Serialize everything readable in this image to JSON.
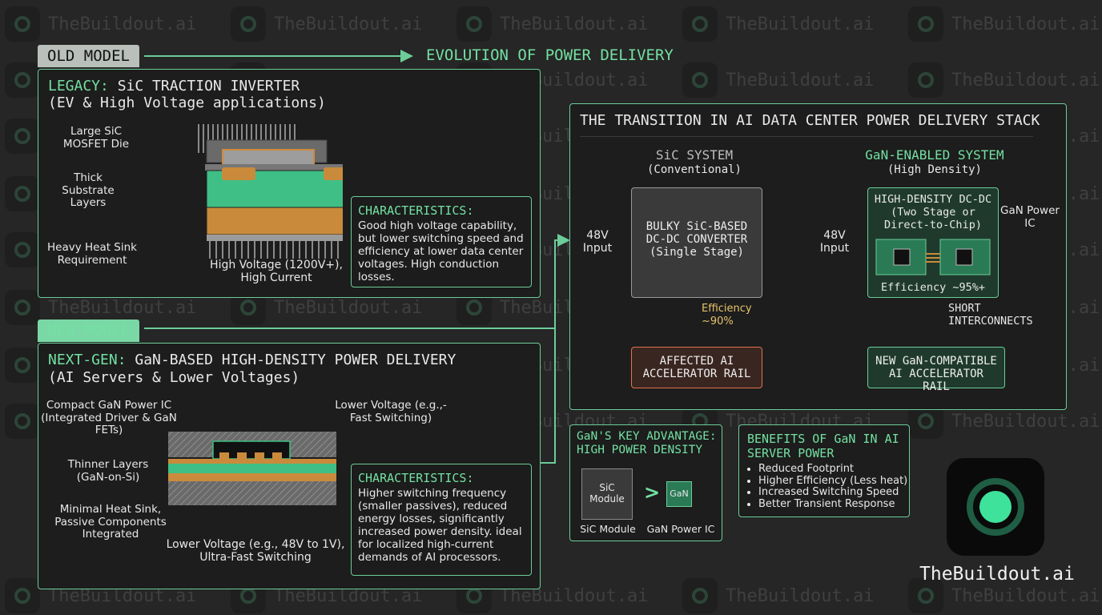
{
  "watermark": "TheBuildout.ai",
  "brand": {
    "name": "TheBuildout.ai",
    "accent": "#3fe29b"
  },
  "colors": {
    "green": "#74e0a3",
    "orange": "#e2714f",
    "sic_orange": "#c98b3b",
    "substrate_green": "#3fbf85"
  },
  "header": {
    "old_tag": "OLD MODEL",
    "new_tag": "NEW MODEL",
    "evolution": "EVOLUTION OF POWER DELIVERY"
  },
  "legacy": {
    "title_prefix": "LEGACY:",
    "title_rest": " SiC TRACTION INVERTER",
    "subtitle": "(EV & High Voltage applications)",
    "label_die": "Large SiC MOSFET Die",
    "label_substrate": "Thick Substrate Layers",
    "label_heatsink": "Heavy Heat Sink Requirement",
    "label_voltage": "High Voltage (1200V+), High Current",
    "char_title": "CHARACTERISTICS:",
    "char_body": "Good high voltage capability, but lower switching speed and efficiency at lower data center voltages. High conduction losses."
  },
  "nextgen": {
    "title_prefix": "NEXT-GEN:",
    "title_rest": " GaN-BASED HIGH-DENSITY POWER DELIVERY",
    "subtitle": "(AI Servers & Lower Voltages)",
    "label_ic": "Compact GaN Power IC (Integrated Driver & GaN FETs)",
    "label_lowv": "Lower Voltage (e.g.,-Fast Switching)",
    "label_thin": "Thinner Layers (GaN-on-Si)",
    "label_min": "Minimal Heat Sink, Passive Components Integrated",
    "label_voltage": "Lower Voltage (e.g., 48V to 1V), Ultra-Fast Switching",
    "char_title": "CHARACTERISTICS:",
    "char_body": "Higher switching frequency (smaller passives), reduced energy losses, significantly increased power density. ideal for localized high-current demands of AI processors."
  },
  "transition": {
    "title": "THE TRANSITION IN AI DATA CENTER POWER DELIVERY STACK",
    "sic": {
      "title": "SiC SYSTEM",
      "sub": "(Conventional)",
      "input": "48V Input",
      "converter": "BULKY SiC-BASED DC-DC CONVERTER (Single Stage)",
      "efficiency": "Efficiency ~90%",
      "rail": "AFFECTED AI ACCELERATOR RAIL"
    },
    "gan": {
      "title": "GaN-ENABLED SYSTEM",
      "sub": "(High Density)",
      "input": "48V Input",
      "converter": "HIGH-DENSITY DC-DC (Two Stage or Direct-to-Chip)",
      "ic_label": "GaN Power IC",
      "efficiency": "Efficiency ~95%+",
      "interconnects": "SHORT INTERCONNECTS",
      "rail": "NEW GaN-COMPATIBLE AI ACCELERATOR RAIL"
    }
  },
  "advantage": {
    "title": "GaN'S KEY ADVANTAGE: HIGH POWER DENSITY",
    "sic_chip": "SiC Module",
    "sic_label": "SiC Module",
    "gt": ">",
    "gan_chip": "GaN",
    "gan_label": "GaN Power IC"
  },
  "benefits": {
    "title": "BENEFITS OF GaN IN AI SERVER POWER",
    "items": [
      "Reduced Footprint",
      "Higher Efficiency (Less heat)",
      "Increased Switching Speed",
      "Better Transient Response"
    ]
  }
}
